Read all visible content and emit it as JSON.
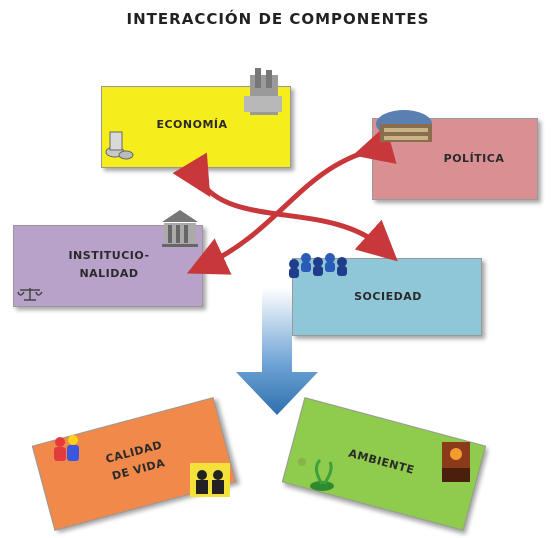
{
  "title": "INTERACCIÓN DE COMPONENTES",
  "components": {
    "economia": "ECONOMÍA",
    "politica": "POLÍTICA",
    "institucionalidad_line1": "INSTITUCIO-",
    "institucionalidad_line2": "NALIDAD",
    "sociedad": "SOCIEDAD",
    "calidad_line1": "CALIDAD",
    "calidad_line2": "DE VIDA",
    "ambiente": "AMBIENTE"
  },
  "colors": {
    "economia": "#f6ee1c",
    "politica": "#da8f92",
    "institucionalidad": "#b9a2c9",
    "sociedad": "#8fc7d8",
    "calidad_de_vida": "#f0894a",
    "ambiente": "#8fcb4c",
    "arrows": "#c8383a",
    "down_arrow": "#3f7fb8"
  },
  "icons": [
    "factory-icon",
    "coins-icon",
    "parliament-icon",
    "courthouse-icon",
    "scales-icon",
    "people-group-icon",
    "family-icon",
    "graduates-icon",
    "plant-icon",
    "landscape-icon"
  ]
}
